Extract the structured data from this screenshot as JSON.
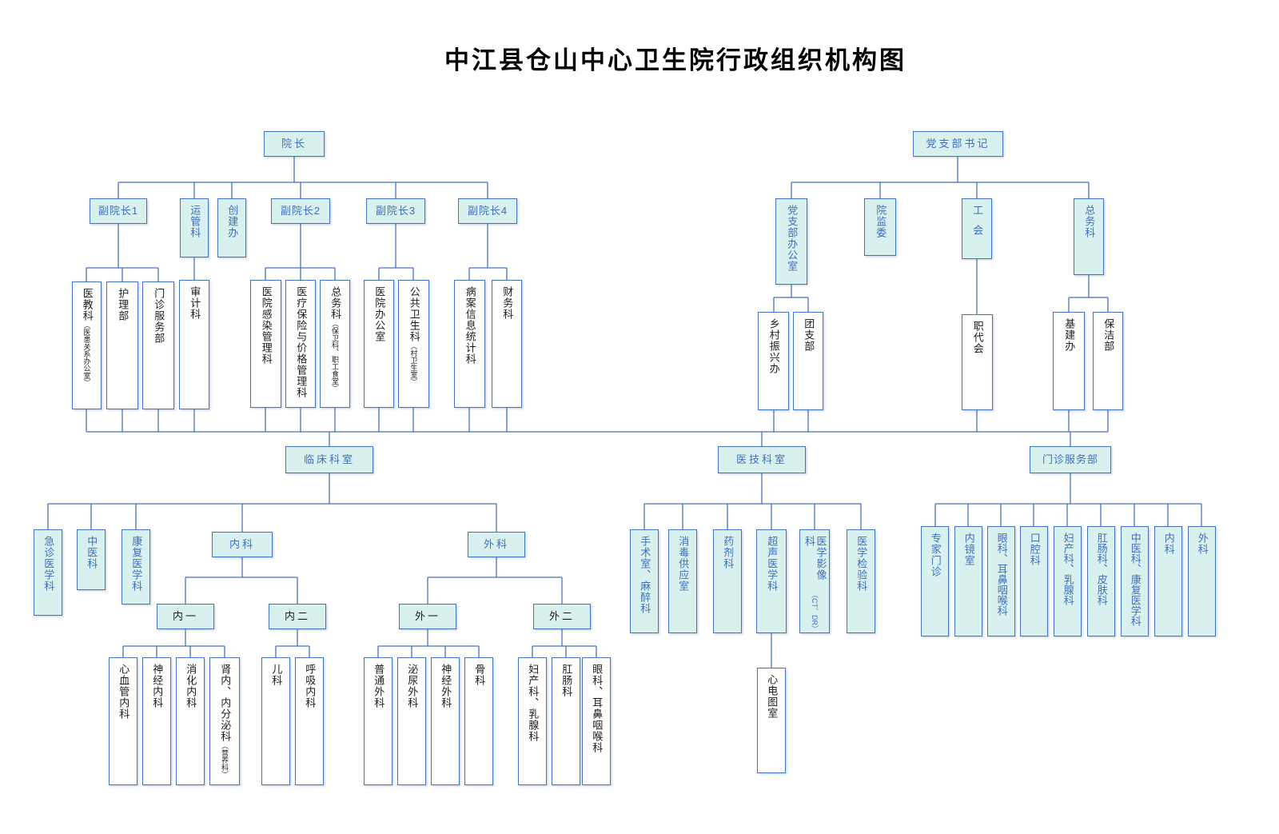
{
  "title": "中江县仓山中心卫生院行政组织机构图",
  "colors": {
    "box_border": "#4472c4",
    "box_fill": "#d9f1ee",
    "connector_line": "#4472c4",
    "label_blue": "#3f6ec0",
    "label_black": "#1c1c1c"
  },
  "admin_tree": {
    "director": "院长",
    "vice_director_1": "副院长1",
    "operations_dept": "运管科",
    "founding_office": "创建办",
    "vice_director_2": "副院长2",
    "vice_director_3": "副院长3",
    "vice_director_4": "副院长4",
    "medical_education": {
      "label": "医教科",
      "sub": "（医患关系办公室）"
    },
    "nursing_dept": "护理部",
    "outpatient_service": "门诊服务部",
    "audit_dept": "审计科",
    "infection_mgmt": "医院感染管理科",
    "insurance_price": "医疗保险与价格管理科",
    "general_affairs": {
      "label": "总务科",
      "sub": "（保卫科、职工食堂）"
    },
    "hospital_office": "医院办公室",
    "public_health": {
      "label": "公共卫生科",
      "sub": "（村卫生室）"
    },
    "records_stats": "病案信息统计科",
    "finance_dept": "财务科"
  },
  "party_tree": {
    "party_secretary": "党支部书记",
    "party_office": "党支部办公室",
    "supervision": "院监委",
    "labor_union": "工会",
    "general_affairs": "总务科",
    "rural_revitalization": "乡村振兴办",
    "youth_league": "团支部",
    "workers_congress": "职代会",
    "infrastructure": "基建办",
    "cleaning_dept": "保洁部"
  },
  "clinical": {
    "root": "临床科室",
    "emergency": "急诊医学科",
    "tcm": "中医科",
    "rehab": "康复医学科",
    "internal": "内科",
    "surgery": "外科",
    "internal_1": "内一",
    "internal_2": "内二",
    "surgery_1": "外一",
    "surgery_2": "外二",
    "cardio": "心血管内科",
    "neuro_internal": "神经内科",
    "digestive": "消化内科",
    "nephro_endo": {
      "label": "肾内、内分泌科",
      "sub": "（营养科）"
    },
    "pediatrics": "儿科",
    "respiratory": "呼吸内科",
    "general_surgery": "普通外科",
    "urology": "泌尿外科",
    "neurosurgery": "神经外科",
    "orthopedics": "骨科",
    "obgyn_breast": "妇产科、乳腺科",
    "proctology": "肛肠科",
    "ent_eye": "眼科、耳鼻咽喉科"
  },
  "medtech": {
    "root": "医技科室",
    "operating_anesthesia": "手术室、麻醉科",
    "disinfection": "消毒供应室",
    "pharmacy": "药剂科",
    "ultrasound": "超声医学科",
    "imaging": {
      "label": "医学影像科",
      "sub": "（CT、DR）"
    },
    "laboratory": "医学检验科",
    "ecg": "心电图室"
  },
  "outpatient": {
    "root": "门诊服务部",
    "expert_clinic": "专家门诊",
    "endoscopy": "内镜室",
    "eye_ent": "眼科、耳鼻咽喉科",
    "dental": "口腔科",
    "obgyn_breast": "妇产科、乳腺科",
    "procto_derm": "肛肠科、皮肤科",
    "tcm_rehab": "中医科、康复医学科",
    "internal": "内科",
    "surgery": "外科"
  }
}
